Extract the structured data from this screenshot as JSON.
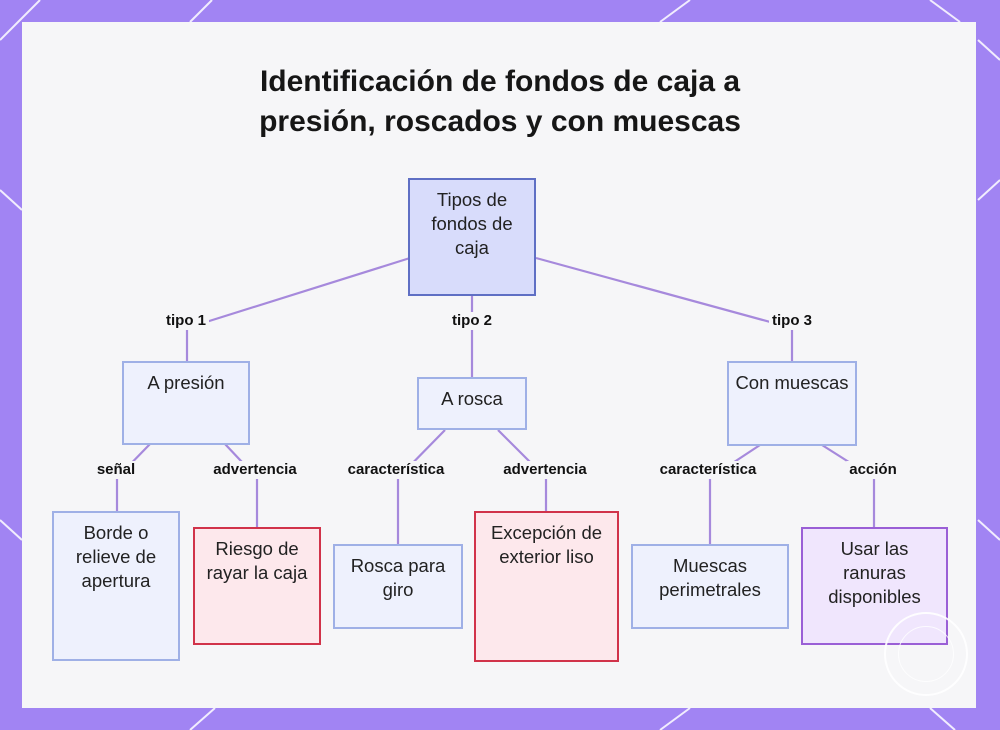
{
  "title": {
    "line1": "Identificación de fondos de caja a",
    "line2": "presión, roscados y con muescas"
  },
  "nodes": {
    "root": "Tipos de fondos de caja",
    "presion": "A presión",
    "rosca": "A rosca",
    "muescas": "Con muescas",
    "borde": "Borde o relieve de apertura",
    "riesgo": "Riesgo de rayar la caja",
    "rosca_giro": "Rosca para giro",
    "excepcion": "Excepción de exterior liso",
    "muescas_perim": "Muescas perimetrales",
    "ranuras": "Usar las ranuras disponibles"
  },
  "edges": {
    "tipo1": "tipo 1",
    "tipo2": "tipo 2",
    "tipo3": "tipo 3",
    "senal": "señal",
    "advertencia1": "advertencia",
    "caracteristica1": "característica",
    "advertencia2": "advertencia",
    "caracteristica2": "característica",
    "accion": "acción"
  },
  "colors": {
    "frame": "#a184f3",
    "edge": "#a689dc",
    "node_blue_border": "#9fb0e6",
    "node_red_border": "#d1334a",
    "node_purple_border": "#9a5fd6"
  }
}
